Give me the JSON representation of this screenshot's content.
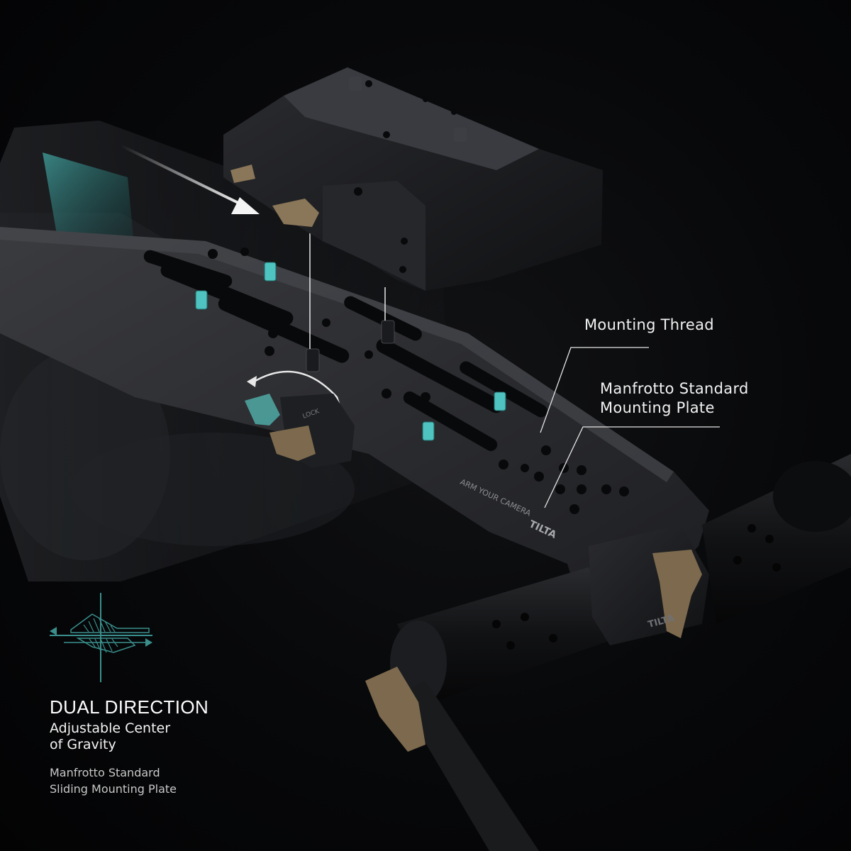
{
  "callouts": {
    "mounting_thread": "Mounting Thread",
    "plate_line1": "Manfrotto Standard",
    "plate_line2": "Mounting Plate"
  },
  "feature": {
    "title": "DUAL DIRECTION",
    "subtitle_line1": "Adjustable Center",
    "subtitle_line2": "of Gravity",
    "note_line1": "Manfrotto Standard",
    "note_line2": "Sliding Mounting Plate",
    "icon": "dual-direction-arrows-icon"
  },
  "product_engraving": {
    "slogan": "ARM YOUR CAMERA",
    "brand": "TILTA",
    "lock_mark": "LOCK"
  },
  "colors": {
    "accent_teal": "#3a8f8c",
    "screw_teal": "#4fc3c0",
    "lever_bronze": "#7d6a4e",
    "metal_dark": "#1c1d20",
    "text_white": "#f2f2f2"
  }
}
